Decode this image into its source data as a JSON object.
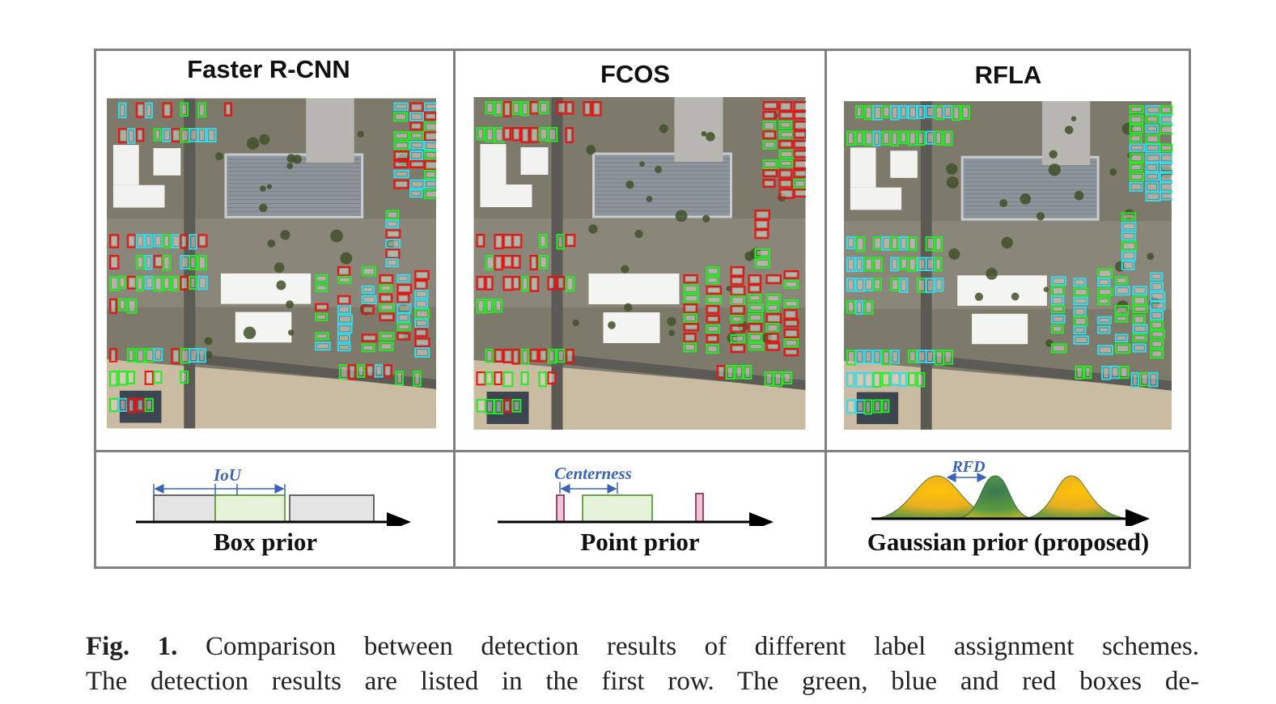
{
  "panels": [
    {
      "title": "Faster R-CNN",
      "prior_label": "Box prior",
      "annotation": "IoU",
      "colors": [
        "green",
        "red",
        "cyan"
      ]
    },
    {
      "title": "FCOS",
      "prior_label": "Point prior",
      "annotation": "Centerness",
      "colors": [
        "red",
        "green"
      ]
    },
    {
      "title": "RFLA",
      "prior_label": "Gaussian prior (proposed)",
      "annotation": "RFD",
      "colors": [
        "green",
        "cyan"
      ]
    }
  ],
  "caption": {
    "label": "Fig. 1.",
    "line1": "Comparison between detection results of different label assignment schemes.",
    "line2": "The detection results are listed in the first row. The green, blue and red boxes de-"
  },
  "colors": {
    "box_green": "#22ee22",
    "box_red": "#ee1111",
    "box_cyan": "#33ddee",
    "annotation_blue": "#3a63b8",
    "border_gray": "#808080"
  }
}
